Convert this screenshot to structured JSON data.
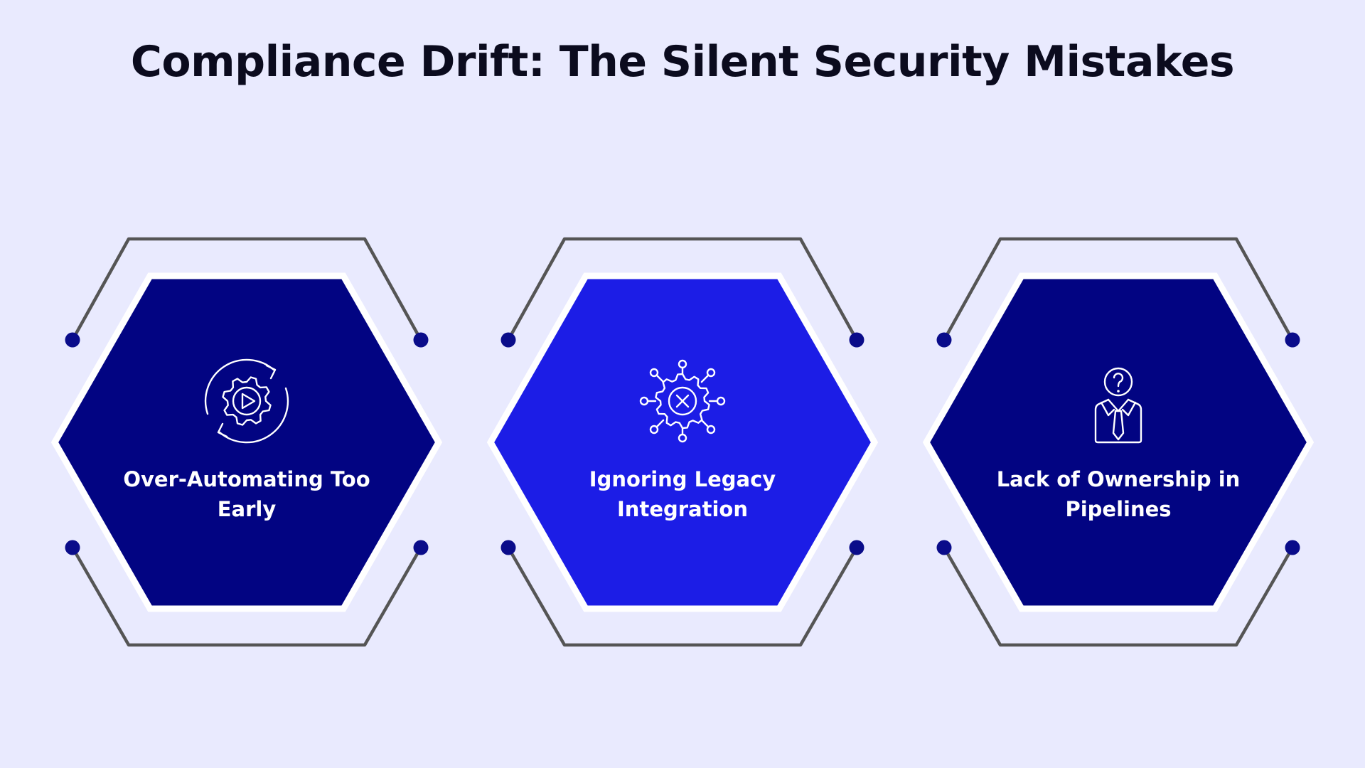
{
  "title": "Compliance Drift: The Silent Security Mistakes",
  "colors": {
    "background": "#e9eafe",
    "hex_dark": "#020482",
    "hex_bright": "#1c1de6",
    "hex_border": "#ffffff",
    "frame_line": "#555555",
    "dot": "#0a0c8a",
    "title": "#0b0b1e"
  },
  "items": [
    {
      "label_lines": [
        "Over-Automating Too",
        "Early"
      ],
      "icon": "gear-play-cycle-icon",
      "fill": "#020482"
    },
    {
      "label_lines": [
        "Ignoring Legacy",
        "Integration"
      ],
      "icon": "gear-network-x-icon",
      "fill": "#1c1de6"
    },
    {
      "label_lines": [
        "Lack of Ownership in",
        "Pipelines"
      ],
      "icon": "person-question-icon",
      "fill": "#020482"
    }
  ]
}
